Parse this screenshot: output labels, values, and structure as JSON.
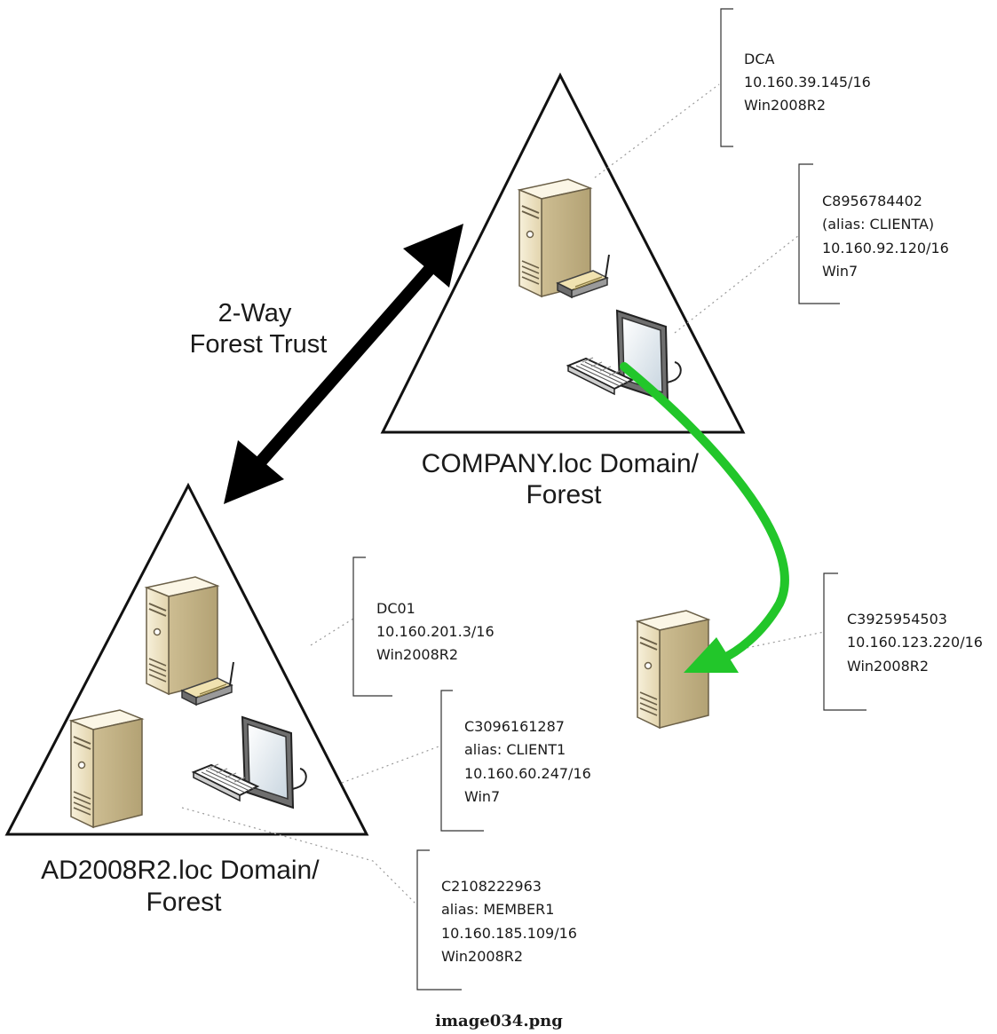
{
  "trust_label": [
    "2-Way",
    "Forest Trust"
  ],
  "domains": {
    "company": {
      "label": [
        "COMPANY.loc Domain/",
        "Forest"
      ]
    },
    "ad2008r2": {
      "label": [
        "AD2008R2.loc Domain/",
        "Forest"
      ]
    }
  },
  "nodes": {
    "dca": [
      "DCA",
      "10.160.39.145/16",
      "Win2008R2"
    ],
    "clienta": [
      "C8956784402",
      "(alias: CLIENTA)",
      "10.160.92.120/16",
      "Win7"
    ],
    "dc01": [
      "DC01",
      "10.160.201.3/16",
      "Win2008R2"
    ],
    "client1": [
      "C3096161287",
      "alias: CLIENT1",
      "10.160.60.247/16",
      "Win7"
    ],
    "member1": [
      "C2108222963",
      "alias: MEMBER1",
      "10.160.185.109/16",
      "Win2008R2"
    ],
    "standalone": [
      "C3925954503",
      "10.160.123.220/16",
      "Win2008R2"
    ]
  },
  "caption": "image034.png",
  "colors": {
    "migration_arrow": "#22c62a",
    "trust_arrow": "#000000"
  }
}
